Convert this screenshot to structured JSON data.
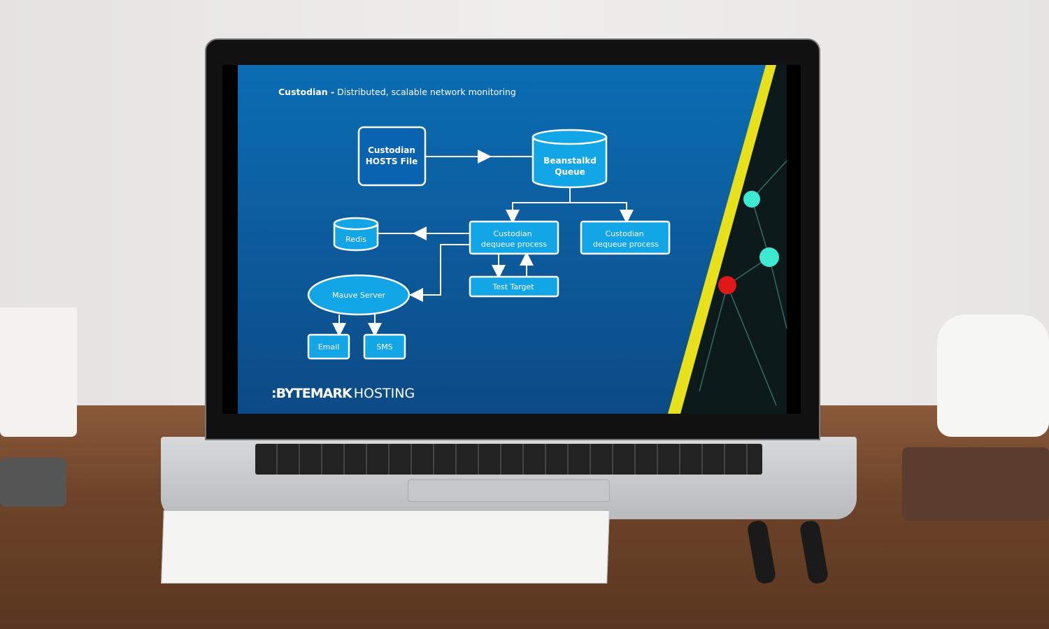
{
  "slide": {
    "title_bold": "Custodian -",
    "title_rest": " Distributed, scalable network monitoring",
    "nodes": {
      "hosts_file": [
        "Custodian",
        "HOSTS File"
      ],
      "beanstalkd": [
        "Beanstalkd",
        "Queue"
      ],
      "dequeue1": [
        "Custodian",
        "dequeue process"
      ],
      "dequeue2": [
        "Custodian",
        "dequeue process"
      ],
      "redis": "Redis",
      "test_target": "Test Target",
      "mauve": "Mauve Server",
      "email": "Email",
      "sms": "SMS"
    },
    "logo_bold": ":BYTEMARK",
    "logo_light": "HOSTING"
  },
  "colors": {
    "slide_top": "#0b6db3",
    "slide_bottom": "#0c4a86",
    "node_fill": "#12a6e6",
    "accent": "#e8e01a"
  }
}
